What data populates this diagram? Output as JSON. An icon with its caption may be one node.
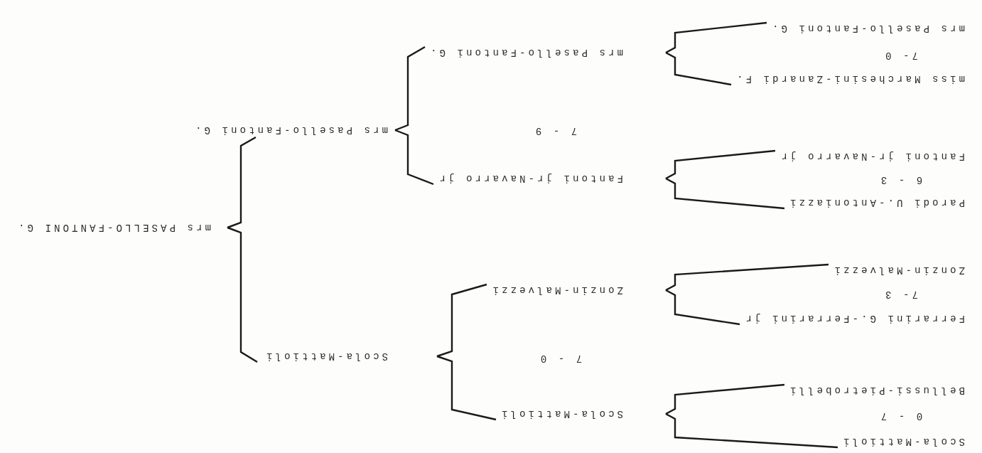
{
  "diagram": {
    "nodes": [
      {
        "text": [
          "Scola-Mattioli"
        ]
      },
      {
        "text": [
          "Bellussi-Pietrobelli"
        ]
      },
      {
        "text": [
          "Ferrarini G.-Ferrarini jr"
        ]
      },
      {
        "text": [
          "Zonzin-Malvezzi"
        ]
      },
      {
        "text": [
          "Parodi U.-Antoniazzi"
        ]
      },
      {
        "text": [
          "Fantoni jr-Navarro jr"
        ]
      },
      {
        "text": [
          "miss Marchesini-Zanardi F."
        ]
      },
      {
        "text": [
          "mrs Pasello-Fantoni G."
        ]
      },
      {
        "text": [
          "Scola-Mattioli"
        ]
      },
      {
        "text": [
          "Zonzin-Malvezzi"
        ]
      },
      {
        "text": [
          "Fantoni jr-Navarro jr"
        ]
      },
      {
        "text": [
          "mrs Pasello-Fantoni G."
        ]
      },
      {
        "text": [
          "Scola-Mattioli"
        ]
      },
      {
        "text": [
          "mrs Pasello-Fantoni G."
        ]
      },
      {
        "text": [
          "mrs PASELLO-FANTONI G."
        ]
      }
    ],
    "edges": [
      {
        "from": 0,
        "to": 8,
        "arrow": "none"
      },
      {
        "from": 1,
        "to": 8,
        "arrow": "none"
      },
      {
        "from": 2,
        "to": 9,
        "arrow": "none"
      },
      {
        "from": 3,
        "to": 9,
        "arrow": "none"
      },
      {
        "from": 4,
        "to": 10,
        "arrow": "none"
      },
      {
        "from": 5,
        "to": 10,
        "arrow": "none"
      },
      {
        "from": 6,
        "to": 11,
        "arrow": "none"
      },
      {
        "from": 7,
        "to": 11,
        "arrow": "none"
      },
      {
        "from": 8,
        "to": 12,
        "arrow": "none"
      },
      {
        "from": 9,
        "to": 12,
        "arrow": "none"
      },
      {
        "from": 10,
        "to": 13,
        "arrow": "none"
      },
      {
        "from": 11,
        "to": 13,
        "arrow": "none"
      },
      {
        "from": 12,
        "to": 14,
        "arrow": "none"
      },
      {
        "from": 13,
        "to": 14,
        "arrow": "none"
      }
    ],
    "labels": [
      "0 - 7",
      "7- 3",
      "6 - 3",
      "7- 0",
      "7 - 0",
      "7 - 9"
    ]
  }
}
